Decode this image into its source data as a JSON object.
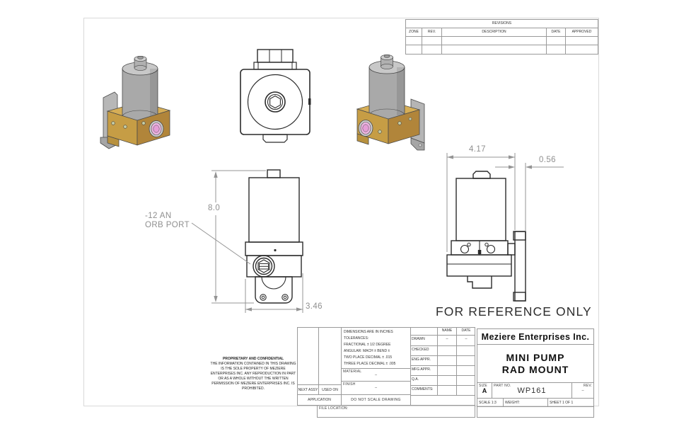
{
  "colors": {
    "gold": "#c69d45",
    "gold_dark": "#b1853a",
    "gold_top": "#d6ae56",
    "motor_gray": "#a9a9a9",
    "port_pink": "#eeb4e3",
    "line_dark": "#2b2b2b",
    "dim_gray": "#8f8f8f",
    "border_gray": "#d9d9d9"
  },
  "views": {
    "reference_note": "FOR REFERENCE ONLY",
    "callout": {
      "line1": "-12 AN",
      "line2": "ORB PORT"
    },
    "dims": {
      "height": "8.0",
      "width": "3.46",
      "depth": "4.17",
      "plate_offset": "0.56"
    }
  },
  "revisions": {
    "title": "REVISIONS",
    "headers": {
      "zone": "ZONE",
      "rev": "REV.",
      "description": "DESCRIPTION",
      "date": "DATE",
      "approved": "APPROVED"
    }
  },
  "notes": {
    "tolerance_lines": [
      "DIMENSIONS ARE IN INCHES",
      "TOLERANCES:",
      "FRACTIONAL ± 1/2 DEGREE",
      "ANGULAR: MACH ±   BEND ±",
      "TWO PLACE DECIMAL   ± .015",
      "THREE PLACE DECIMAL ± .005"
    ],
    "proprietary_title": "PROPRIETARY AND CONFIDENTIAL",
    "proprietary_body": "THE INFORMATION CONTAINED IN THIS DRAWING IS THE SOLE PROPERTY OF MEZIERE ENTERPRISES INC. ANY REPRODUCTION IN PART OR AS A WHOLE WITHOUT THE WRITTEN PERMISSION OF MEZIERE ENTERPRISES INC. IS PROHIBITED."
  },
  "approvals": {
    "name_header": "NAME",
    "date_header": "DATE",
    "rows": [
      {
        "label": "DRAWN",
        "name": "--",
        "date": "--"
      },
      {
        "label": "CHECKED",
        "name": "",
        "date": ""
      },
      {
        "label": "ENG APPR.",
        "name": "",
        "date": ""
      },
      {
        "label": "MFG APPR.",
        "name": "",
        "date": ""
      },
      {
        "label": "Q.A.",
        "name": "",
        "date": ""
      },
      {
        "label": "COMMENTS:",
        "name": "",
        "date": ""
      }
    ]
  },
  "blocks": {
    "material_label": "MATERIAL",
    "material_value": "--",
    "finish_label": "FINISH",
    "finish_value": "--",
    "next_assy": "NEXT ASSY",
    "used_on": "USED ON",
    "application": "APPLICATION",
    "do_not_scale": "DO NOT SCALE DRAWING",
    "file_location": "FILE LOCATION:"
  },
  "title_block": {
    "company": "Meziere Enterprises Inc.",
    "title_line1": "MINI PUMP",
    "title_line2": "RAD MOUNT",
    "size_label": "SIZE",
    "size_value": "A",
    "part_label": "PART NO.",
    "part_value": "WP161",
    "rev_label": "REV.",
    "rev_value": "--",
    "scale": "SCALE 1:3",
    "weight": "WEIGHT:",
    "sheet": "SHEET 1 OF 1"
  }
}
